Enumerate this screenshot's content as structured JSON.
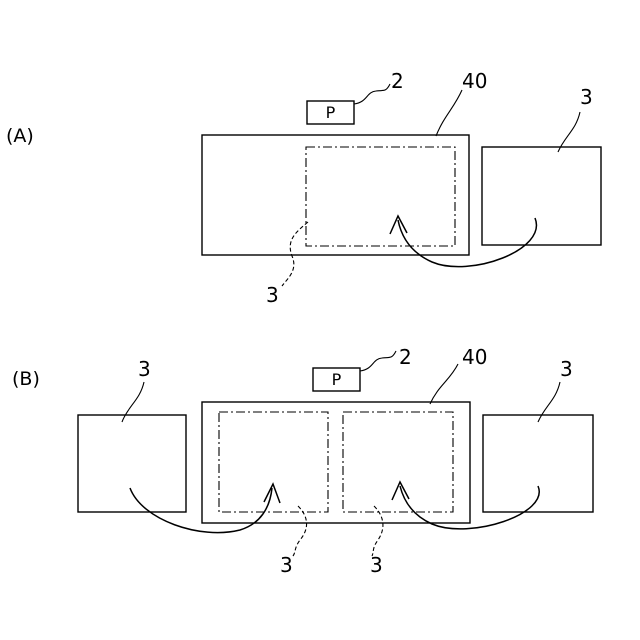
{
  "panels": {
    "a": {
      "label": "(A)",
      "printer_label": "P",
      "ref_printer": "2",
      "ref_frame": "40",
      "ref_sheet_right": "3",
      "ref_sheet_inner": "3"
    },
    "b": {
      "label": "(B)",
      "printer_label": "P",
      "ref_printer": "2",
      "ref_frame": "40",
      "ref_sheet_left": "3",
      "ref_sheet_right": "3",
      "ref_sheet_inner_left": "3",
      "ref_sheet_inner_right": "3"
    }
  }
}
